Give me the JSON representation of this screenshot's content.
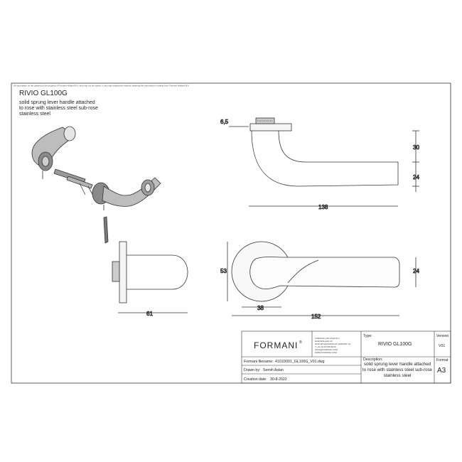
{
  "notice": "All information on the drawing is the property of Formani Holland B.V. and may not be copied, in any way whatsoever without obtaining the permission in writing from Formani Holland B.V.",
  "title": "RIVIO GL100G",
  "description_lines": [
    "solid sprung lever handle attached",
    "to rose with stainless steel sub-rose",
    "stainless steel"
  ],
  "dimensions": {
    "rose_thickness": "6,5",
    "lever_height": "30",
    "grip_height": "24",
    "projection": "138",
    "rose_diameter": "53",
    "front_grip": "24",
    "rose_radius": "38",
    "length": "152",
    "side_depth": "61"
  },
  "title_block": {
    "logo": "FORMANI",
    "logo_mark": "®",
    "company_lines": [
      "FORMANI HOLLAND B.V.",
      "EUROPALAAN 13",
      "6199 AB MAASTRICHT-AIRPORT NL",
      "T +31 (0)43 358 98 00",
      "INFO@FORMANI.COM",
      "WWW.FORMANI.COM"
    ],
    "type_label": "Type:",
    "type_value": "RIVIO GL100G",
    "version_label": "Version",
    "version_value": "V01",
    "filename_label": "Formani filename:",
    "filename_value": "4101D001_GL100G_V01.dwg",
    "description_label": "Description:",
    "description_lines": [
      "solid sprung lever handle attached",
      "to rose with stainless steel sub-rose",
      "stainless steel"
    ],
    "format_label": "Format",
    "format_value": "A3",
    "drawn_label": "Drawn by:",
    "drawn_value": "Semih Aslan",
    "date_label": "Creation date:",
    "date_value": "30-8-2022"
  }
}
